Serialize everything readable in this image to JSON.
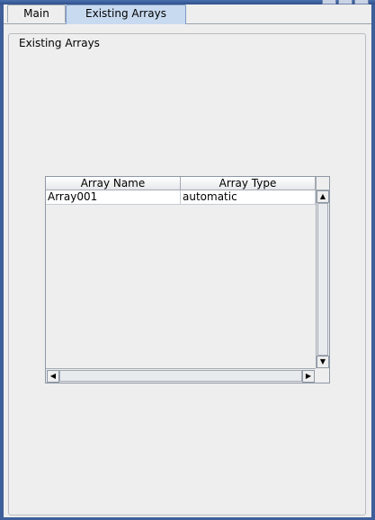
{
  "tabs": [
    {
      "label": "Main",
      "selected": false
    },
    {
      "label": "Existing Arrays",
      "selected": true
    }
  ],
  "group": {
    "title": "Existing Arrays"
  },
  "table": {
    "columns": [
      "Array Name",
      "Array Type"
    ],
    "rows": [
      [
        "Array001",
        "automatic"
      ]
    ]
  },
  "icons": {
    "scroll_up": "arrow-up-icon",
    "scroll_down": "arrow-down-icon",
    "scroll_left": "arrow-left-icon",
    "scroll_right": "arrow-right-icon"
  },
  "colors": {
    "selected_tab": "#c8daf0",
    "window_frame": "#3e5f99",
    "panel_bg": "#eeeeee"
  }
}
